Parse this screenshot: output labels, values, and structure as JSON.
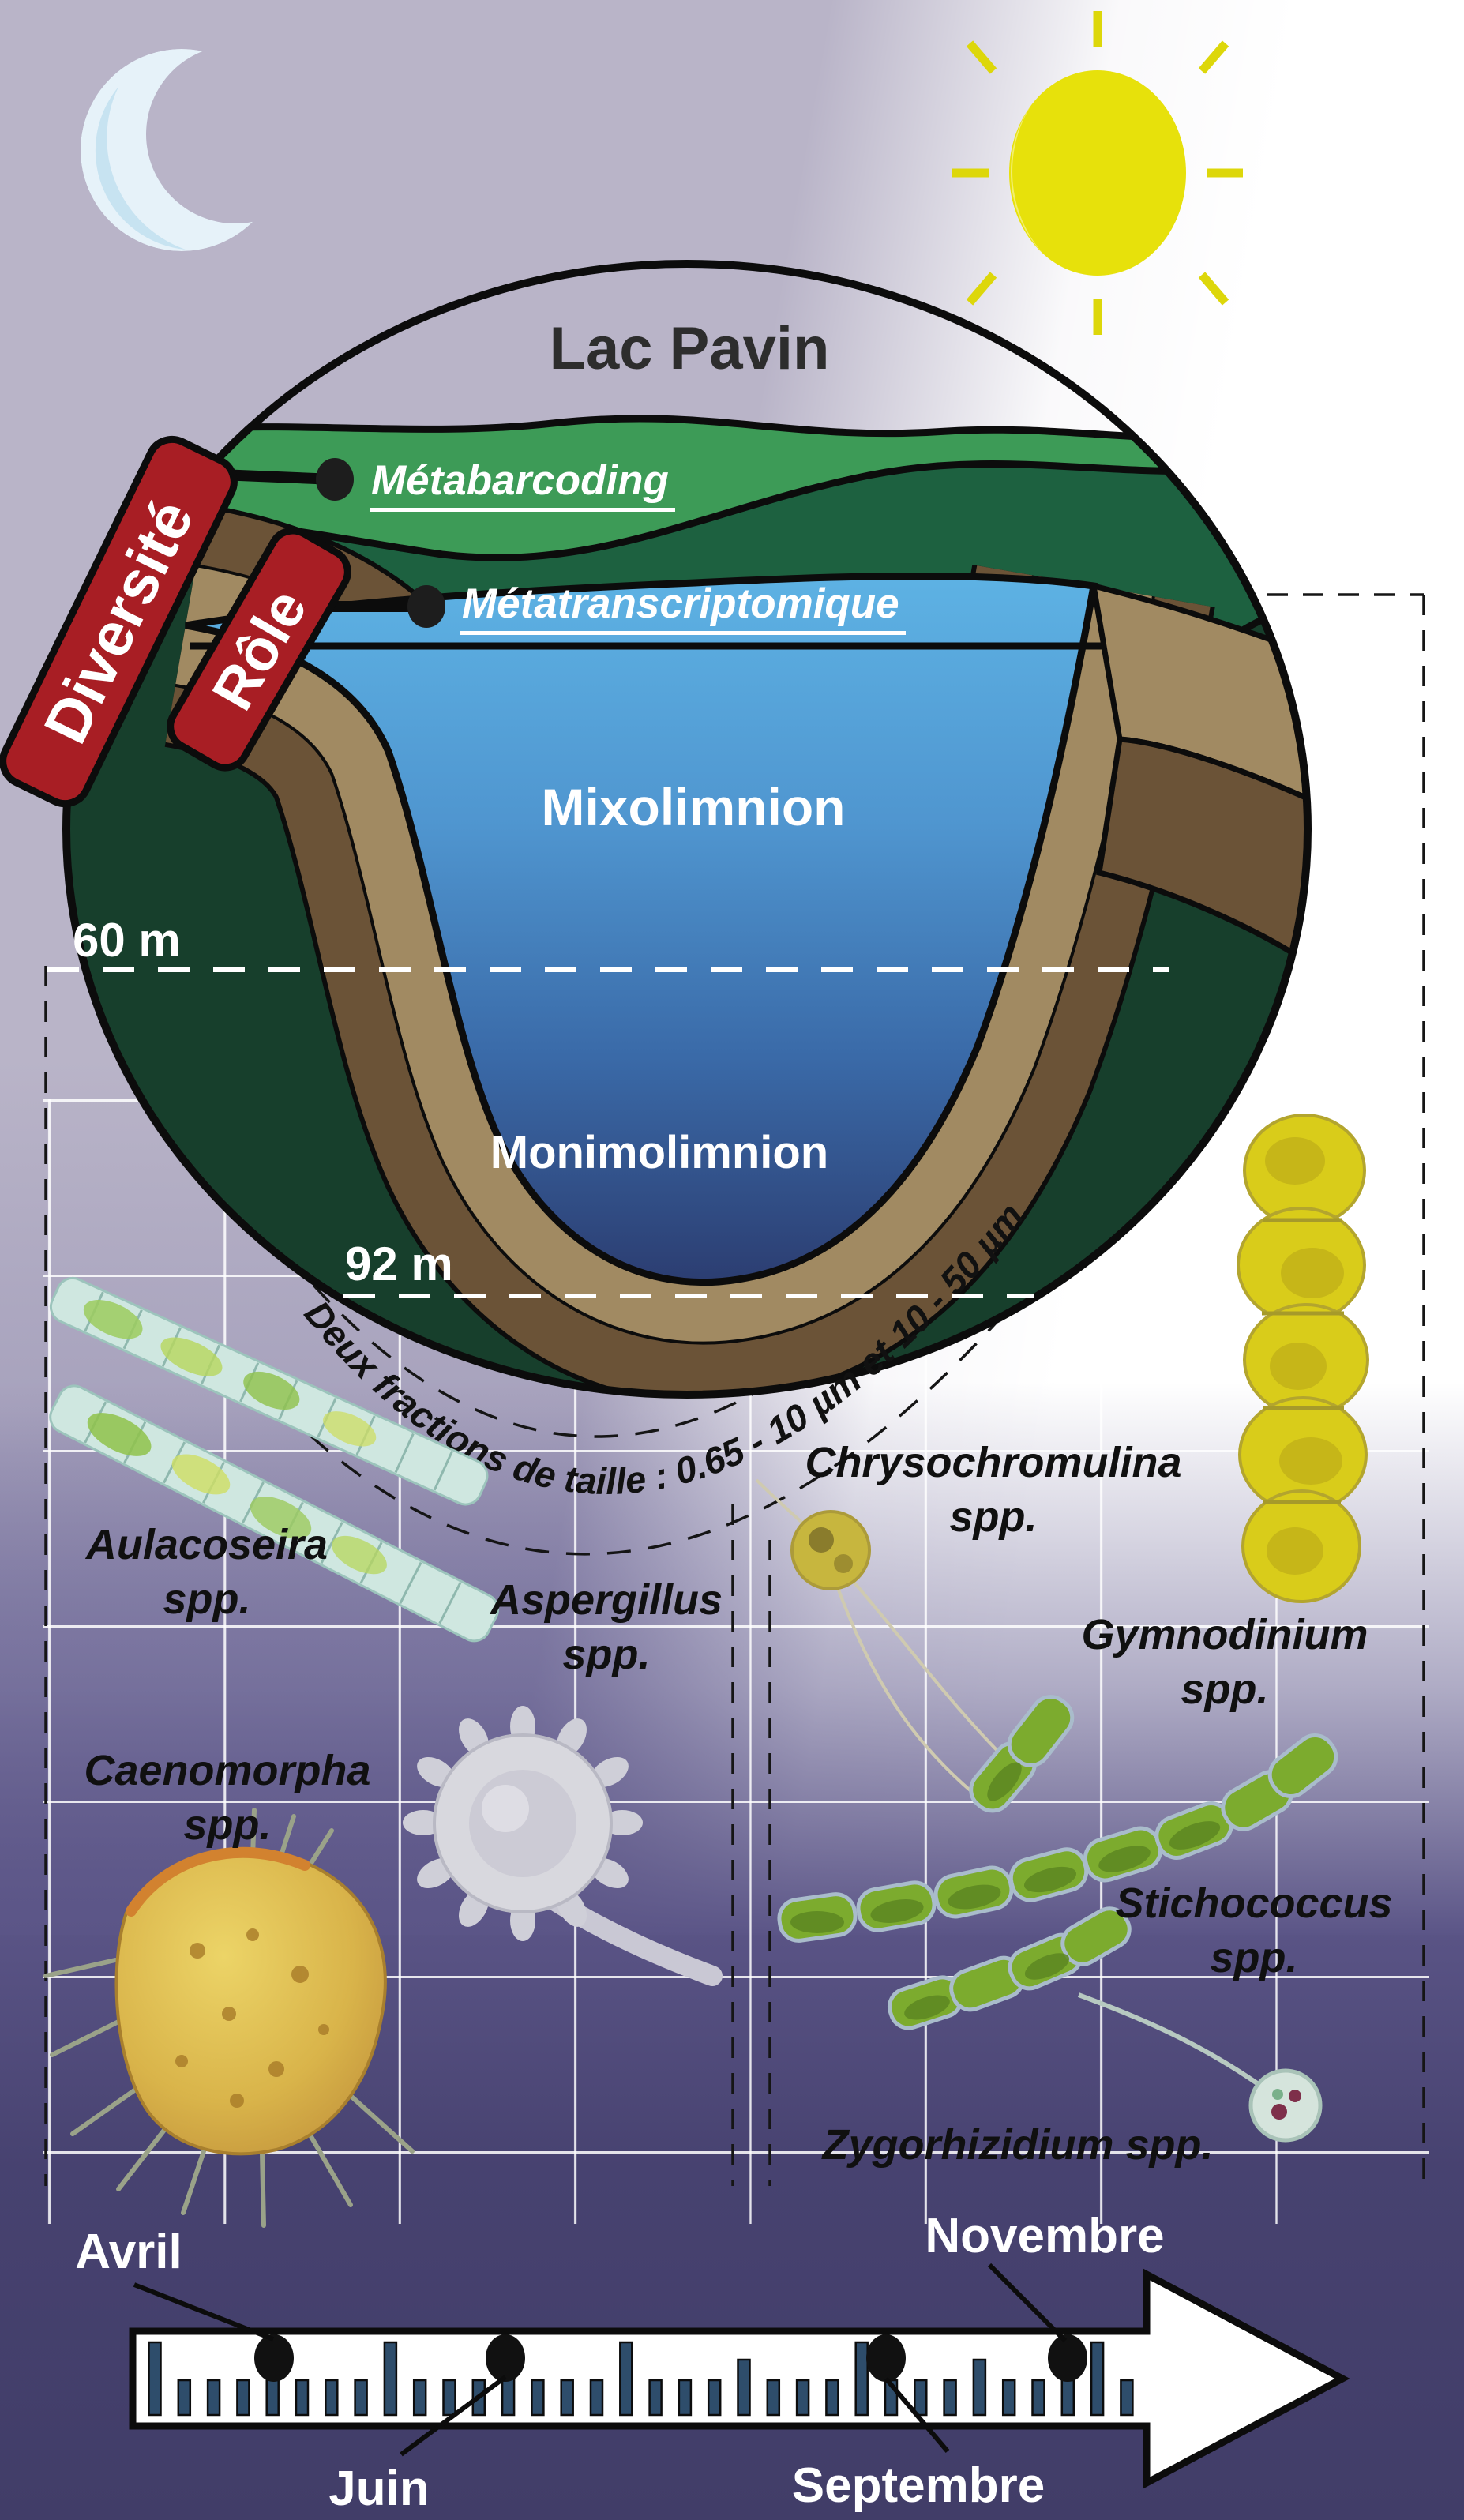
{
  "scene": {
    "title": "Lac Pavin"
  },
  "sky": {
    "moon_icon": "crescent-moon",
    "sun_icon": "sun"
  },
  "tags": {
    "diversity": "Diversité",
    "role": "Rôle",
    "tag_color": "#a81e24"
  },
  "methods": {
    "metabarcoding": "Métabarcoding",
    "metatranscriptomics": "Métatranscriptomique"
  },
  "lake": {
    "upper_layer": "Mixolimnion",
    "lower_layer": "Monimolimnion",
    "depth_mixolimnion": "60 m",
    "depth_max": "92 m",
    "size_fractions": "Deux fractions de taille : 0.65 - 10 µm et 10 - 50 µm"
  },
  "species": [
    {
      "name": "Aulacoseira",
      "suffix": "spp."
    },
    {
      "name": "Aspergillus",
      "suffix": "spp."
    },
    {
      "name": "Caenomorpha",
      "suffix": "spp."
    },
    {
      "name": "Chrysochromulina",
      "suffix": "spp."
    },
    {
      "name": "Gymnodinium",
      "suffix": "spp."
    },
    {
      "name": "Stichococcus",
      "suffix": "spp."
    },
    {
      "name": "Zygorhizidium",
      "suffix": "spp."
    }
  ],
  "timeline": {
    "months": [
      {
        "label": "Avril"
      },
      {
        "label": "Juin"
      },
      {
        "label": "Septembre"
      },
      {
        "label": "Novembre"
      }
    ],
    "dot_positions": [
      347,
      640,
      1122,
      1352
    ],
    "tick_start_x": 196,
    "tick_spacing": 37.3,
    "tick_count": 34,
    "tick_heights": {
      "tall": 92,
      "medium": 70,
      "short": 44
    },
    "tick_color": "#2e4d6b"
  },
  "colors": {
    "background_top": "#b9b4c8",
    "background_bottom": "#413d68",
    "land_light_green": "#3d9b57",
    "land_dark_green": "#1d6140",
    "land_deep_green": "#173f2c",
    "sediment_tan": "#a18a62",
    "sediment_brown": "#6b5337",
    "water_surface": "#5db1e3",
    "water_deep": "#2c3e72",
    "tag_red": "#a81e24",
    "sun_yellow": "#e7e10b",
    "moon_blue": "#e6f2f9"
  }
}
